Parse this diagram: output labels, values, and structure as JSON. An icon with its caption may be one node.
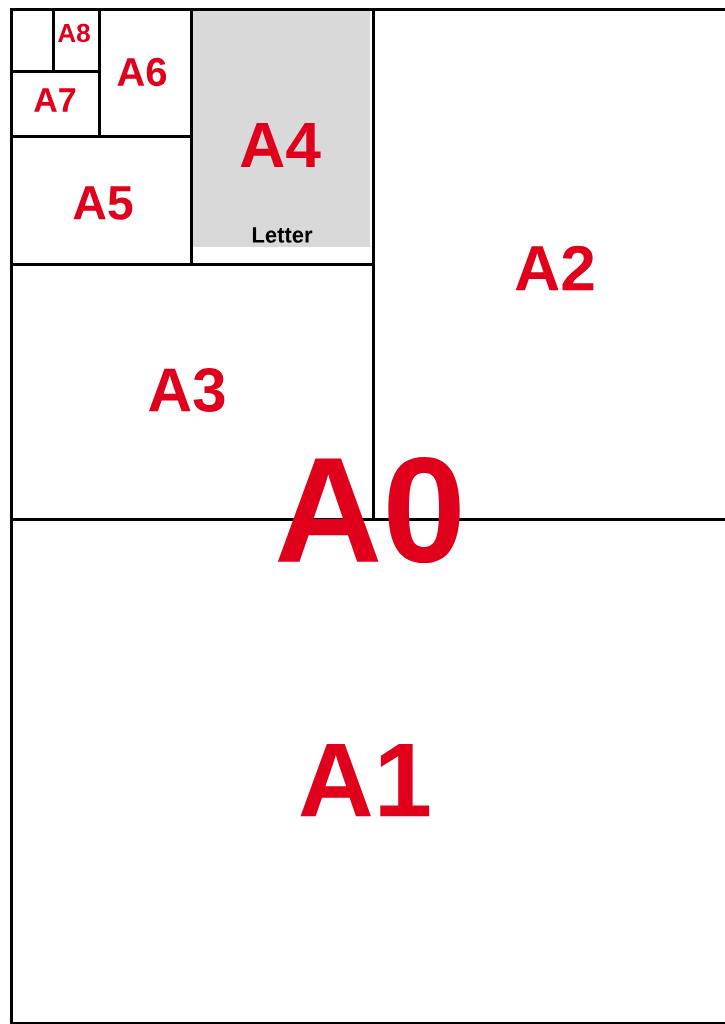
{
  "diagram": {
    "nodes": [
      {
        "text": [
          "A0"
        ]
      },
      {
        "text": [],
        "shape": "box"
      },
      {
        "text": [
          "A8"
        ]
      },
      {
        "text": [
          "A6"
        ]
      },
      {
        "text": [
          "A7"
        ]
      },
      {
        "text": [
          "A4",
          "Letter"
        ]
      },
      {
        "text": [
          "A5"
        ]
      },
      {
        "text": [
          "A2"
        ]
      },
      {
        "text": [
          "A3"
        ]
      },
      {
        "text": [
          "A1"
        ]
      }
    ]
  }
}
